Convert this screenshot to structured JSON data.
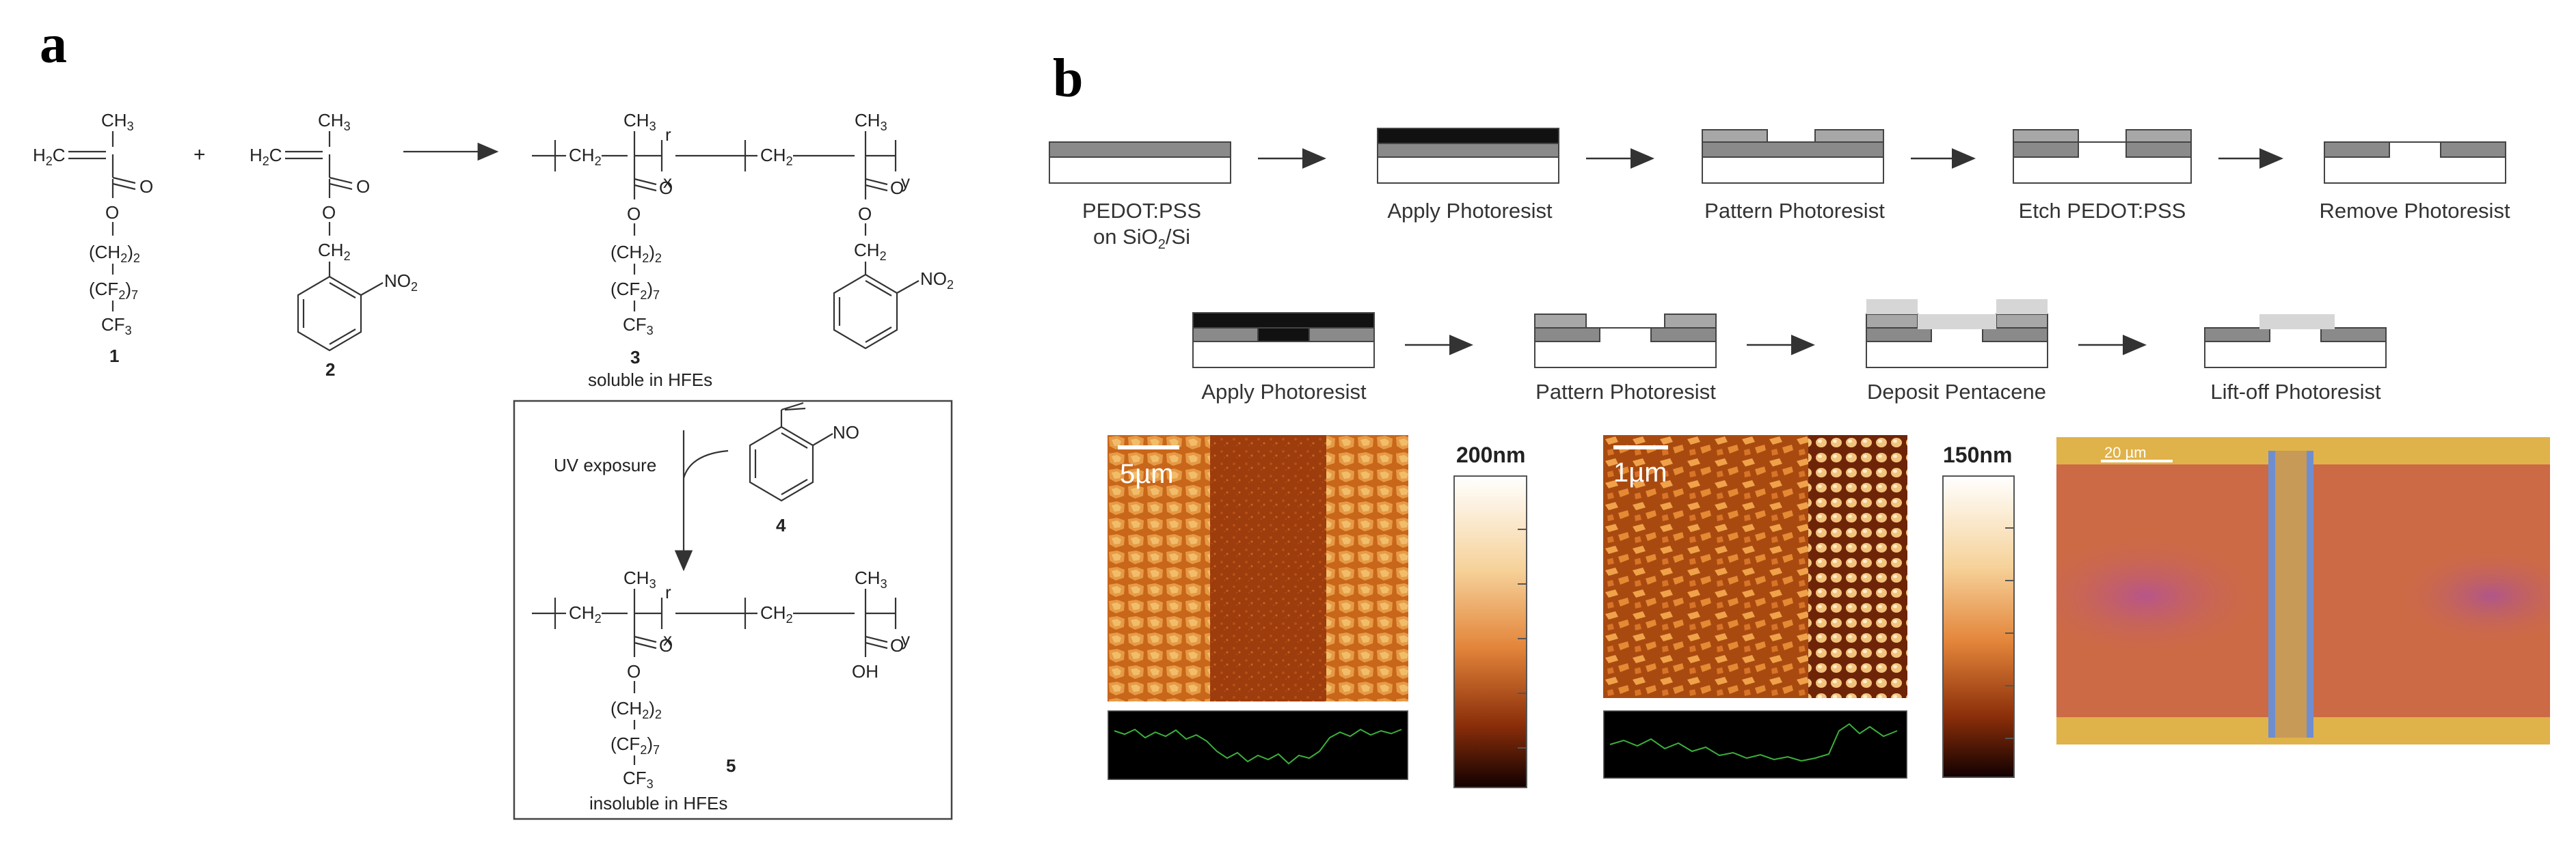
{
  "panel_a": {
    "letter": "a",
    "ch3": "CH",
    "ch3_sub": "3",
    "h2c": "H",
    "h2c_sub": "2",
    "h2c_c": "C",
    "o": "O",
    "ch2": "CH",
    "ch2_sub": "2",
    "ch2n_paren": "(CH",
    "ch2n_sub": "2",
    "ch2n_close": ")",
    "ch2n_n": "2",
    "cf2n_paren": "(CF",
    "cf2n_sub": "2",
    "cf2n_close": ")",
    "cf2n_n": "7",
    "cf3": "CF",
    "cf3_sub": "3",
    "no2": "NO",
    "no2_sub": "2",
    "no": "NO",
    "oh": "OH",
    "plus": "+",
    "x": "x",
    "y": "y",
    "r": "r",
    "label_1": "1",
    "label_2": "2",
    "label_3": "3",
    "label_4": "4",
    "label_5": "5",
    "caption_3": "soluble in HFEs",
    "caption_5": "insoluble in HFEs",
    "uv_label": "UV exposure"
  },
  "panel_b": {
    "letter": "b",
    "steps_row1": [
      {
        "line1": "PEDOT:PSS",
        "line2": "on SiO",
        "sub": "2",
        "line2_end": "/Si"
      },
      {
        "line1": "Apply Photoresist"
      },
      {
        "line1": "Pattern Photoresist"
      },
      {
        "line1": "Etch PEDOT:PSS"
      },
      {
        "line1": "Remove Photoresist"
      }
    ],
    "steps_row2": [
      {
        "line1": "Apply Photoresist"
      },
      {
        "line1": "Pattern Photoresist"
      },
      {
        "line1": "Deposit Pentacene"
      },
      {
        "line1": "Lift-off Photoresist"
      }
    ],
    "afm1": {
      "scale_label": "5µm",
      "colorbar_max": "200nm"
    },
    "afm2": {
      "scale_label": "1µm",
      "colorbar_max": "150nm"
    },
    "optical": {
      "scale_label": "20 µm"
    }
  }
}
